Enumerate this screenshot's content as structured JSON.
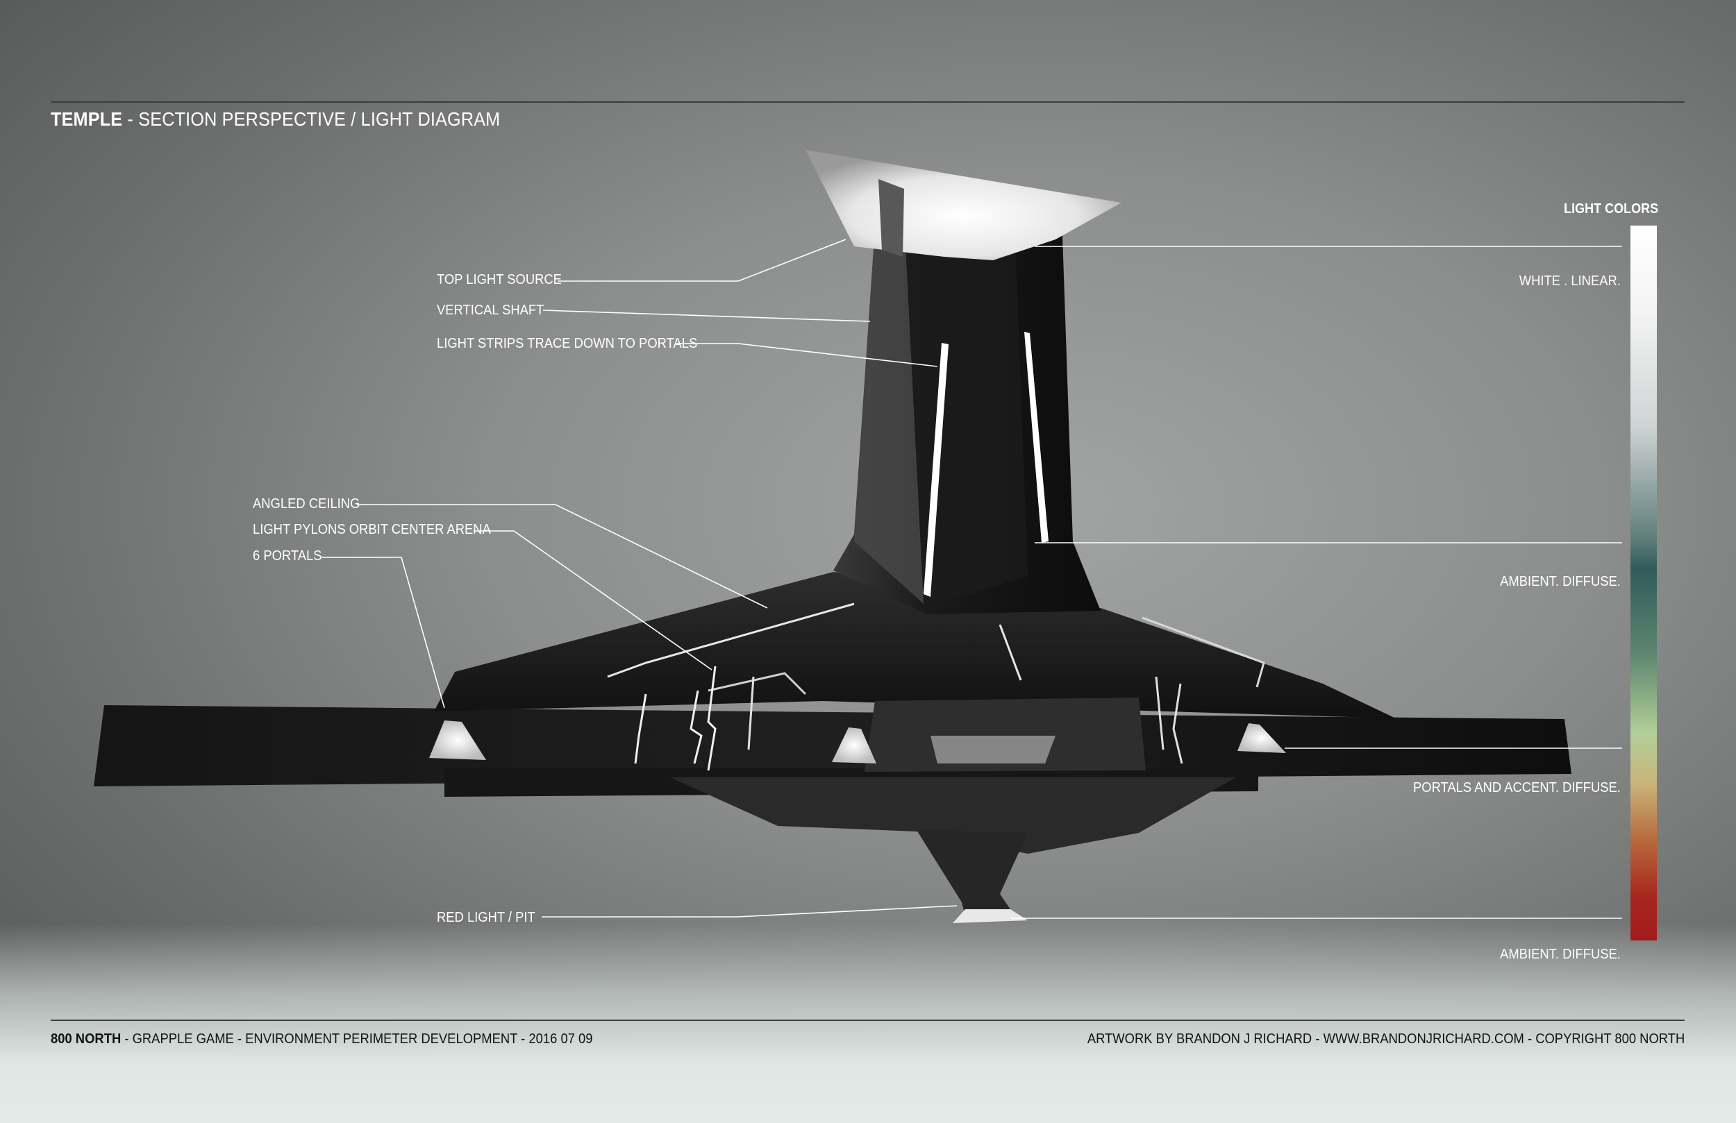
{
  "header": {
    "title_bold": "TEMPLE",
    "title_rest": " - SECTION PERSPECTIVE / LIGHT DIAGRAM"
  },
  "callouts_left": [
    "TOP LIGHT SOURCE",
    "VERTICAL SHAFT",
    "LIGHT STRIPS TRACE DOWN TO PORTALS",
    "ANGLED CEILING",
    "LIGHT PYLONS ORBIT CENTER ARENA",
    "6 PORTALS",
    "RED LIGHT / PIT"
  ],
  "legend": {
    "title": "LIGHT COLORS",
    "entries": [
      "WHITE . LINEAR.",
      "AMBIENT. DIFFUSE.",
      "PORTALS AND ACCENT. DIFFUSE.",
      "AMBIENT. DIFFUSE."
    ],
    "gradient_colors": [
      "#ffffff",
      "#cfd4d4",
      "#2f5c5b",
      "#b2cf97",
      "#b76a3d",
      "#a11c1c"
    ]
  },
  "footer": {
    "left_bold": "800 NORTH",
    "left_rest": " - GRAPPLE GAME - ENVIRONMENT PERIMETER DEVELOPMENT - 2016 07 09",
    "right": "ARTWORK BY BRANDON J RICHARD - WWW.BRANDONJRICHARD.COM - COPYRIGHT 800 NORTH"
  }
}
